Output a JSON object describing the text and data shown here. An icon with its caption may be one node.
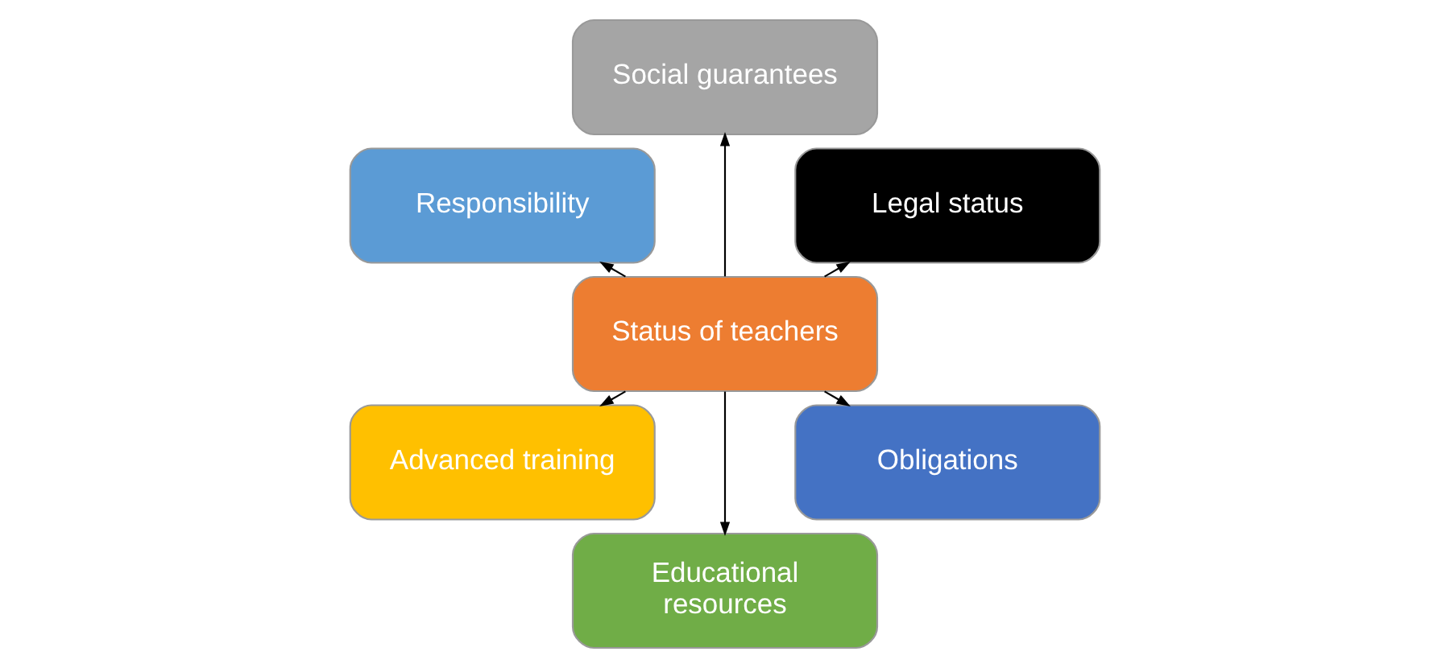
{
  "diagram": {
    "nodes": [
      {
        "text": [
          "Status of teachers"
        ]
      },
      {
        "text": [
          "Legal status"
        ]
      },
      {
        "text": [
          "Social guarantees"
        ]
      },
      {
        "text": [
          "Responsibility"
        ]
      },
      {
        "text": [
          "Advanced training"
        ]
      },
      {
        "text": [
          "Educational resources"
        ]
      },
      {
        "text": [
          "Obligations"
        ]
      }
    ],
    "edges": [
      {
        "from": 0,
        "to": 1,
        "arrow": "to"
      },
      {
        "from": 0,
        "to": 2,
        "arrow": "to"
      },
      {
        "from": 0,
        "to": 3,
        "arrow": "to"
      },
      {
        "from": 0,
        "to": 4,
        "arrow": "to"
      },
      {
        "from": 0,
        "to": 5,
        "arrow": "to"
      },
      {
        "from": 0,
        "to": 6,
        "arrow": "to"
      }
    ]
  }
}
